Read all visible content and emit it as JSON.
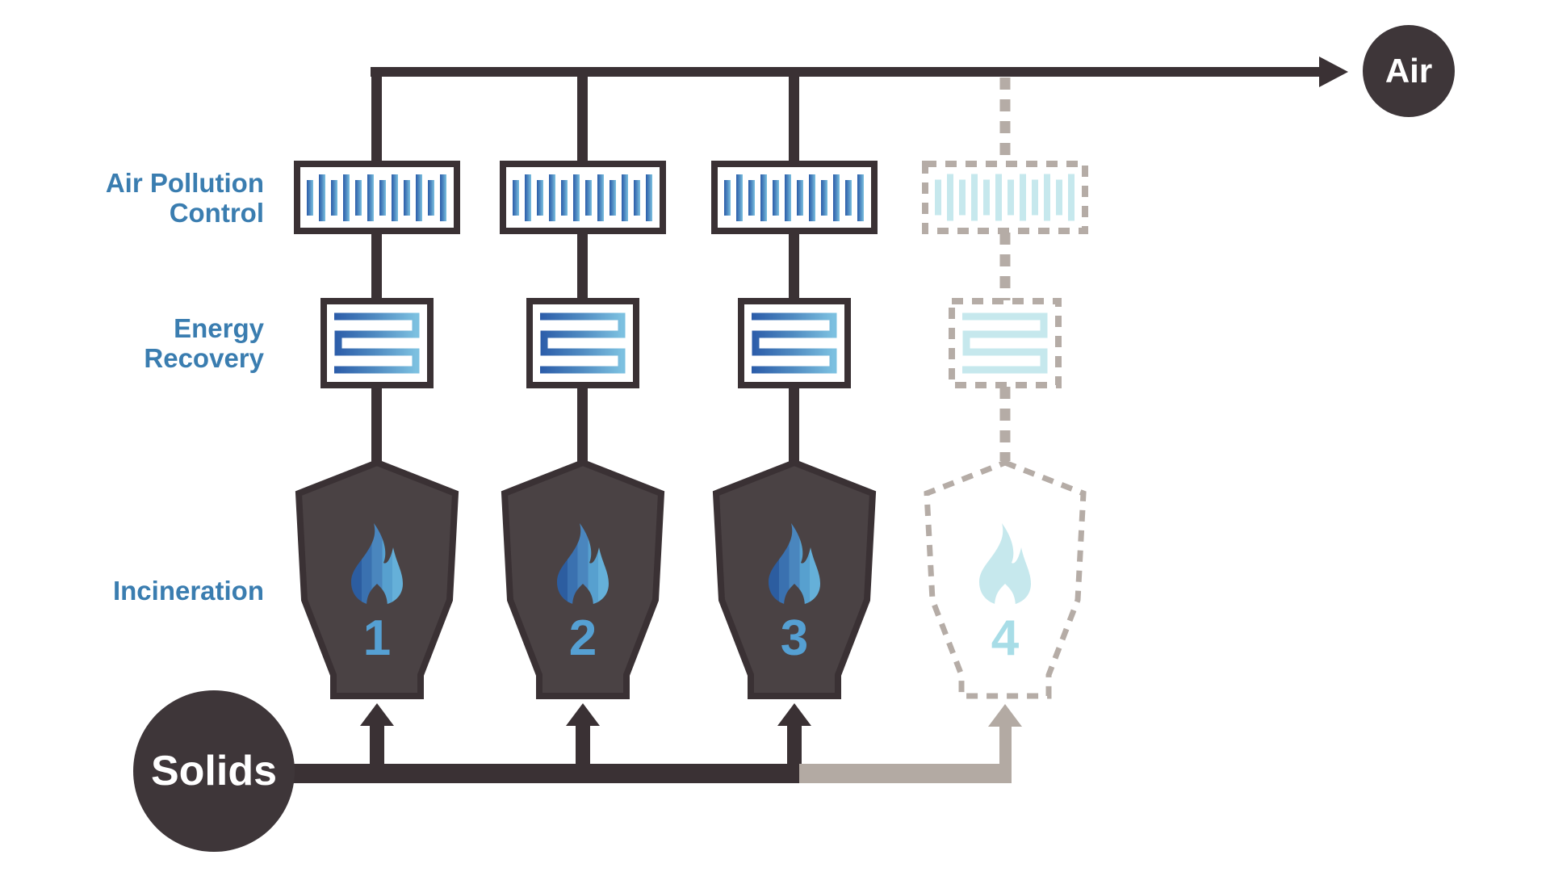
{
  "diagram": {
    "stages": {
      "air_pollution_control": {
        "line1": "Air Pollution",
        "line2": "Control"
      },
      "energy_recovery": {
        "line1": "Energy",
        "line2": "Recovery"
      },
      "incineration": {
        "label": "Incineration"
      }
    },
    "flows": {
      "air": "Air",
      "solids": "Solids"
    },
    "units": [
      {
        "number": "1",
        "status": "active"
      },
      {
        "number": "2",
        "status": "active"
      },
      {
        "number": "3",
        "status": "active"
      },
      {
        "number": "4",
        "status": "inactive"
      }
    ]
  },
  "colors": {
    "background": "#ffffff",
    "line-dark": "#3a3134",
    "node-dark": "#3e3639",
    "incinerator-fill": "#4a4244",
    "label-blue": "#3a7db0",
    "number-blue": "#55a0d3",
    "icon-dark": "#2b5ca9",
    "icon-mid": "#4f8ac1",
    "icon-light": "#7cc0e0",
    "flame-band-1": "#2c5da0",
    "flame-band-2": "#3a71b0",
    "flame-band-3": "#4a86be",
    "flame-band-4": "#57a0cf",
    "flame-band-5": "#65b0d9",
    "inactive-gray": "#b3aaa3",
    "inactive-dash": "#b5aca6",
    "inactive-cyan": "#c6e8ed",
    "inactive-cyan-text": "#a8dde7",
    "white": "#ffffff"
  }
}
